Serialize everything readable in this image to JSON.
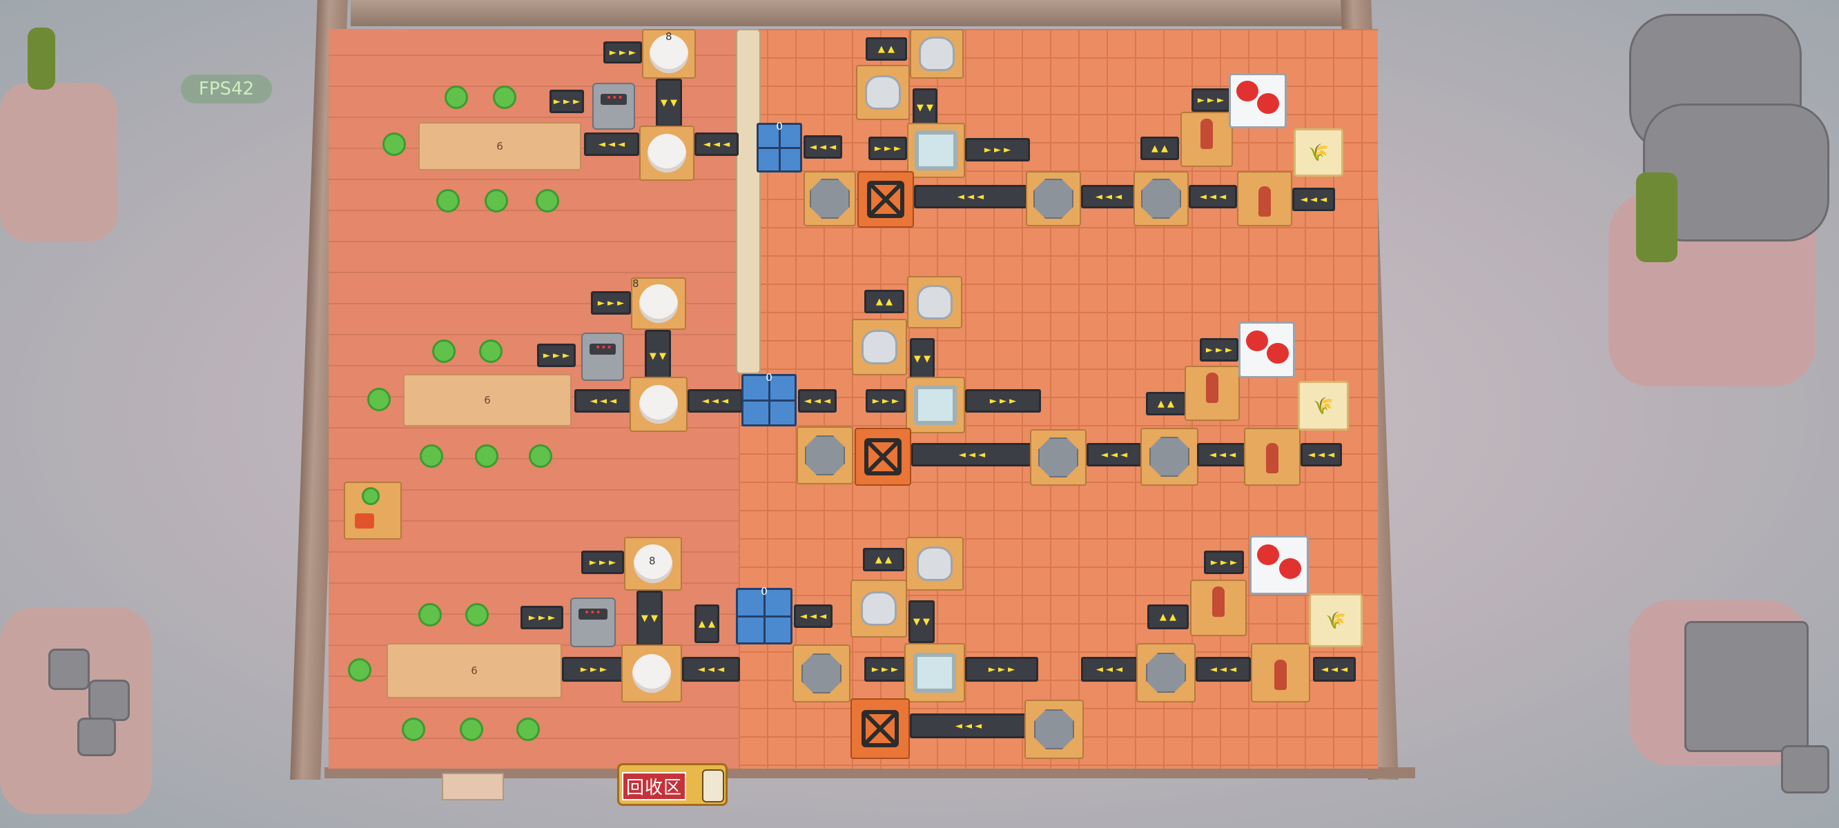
{
  "hud": {
    "fps_label": "FPS42"
  },
  "recycle_zone": {
    "label": "回收区"
  },
  "rows": [
    {
      "table_seats": "6",
      "plate_count": "8",
      "pass_count": "0"
    },
    {
      "table_seats": "6",
      "plate_count": "8",
      "pass_count": "0"
    },
    {
      "table_seats": "6",
      "plate_count": "8",
      "pass_count": "0"
    }
  ],
  "conveyor": {
    "left_arrows": "◄ ◄ ◄",
    "right_arrows": "► ► ►",
    "up_arrows": "▲ ▲",
    "down_arrows": "▼ ▼"
  },
  "colors": {
    "floor": "#e78c6a",
    "conveyor": "#3c3e45",
    "arrow": "#ffe234",
    "chair": "#61c24b"
  }
}
